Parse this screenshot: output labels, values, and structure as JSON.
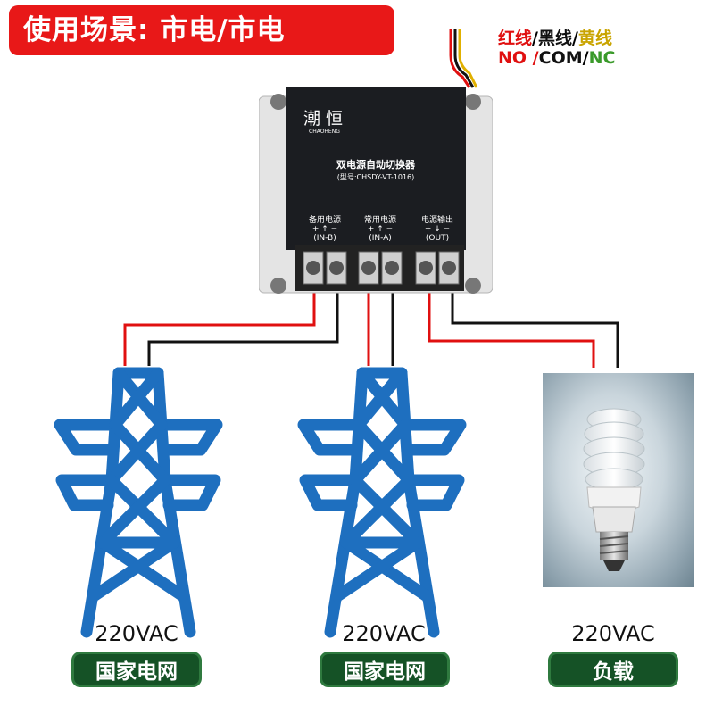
{
  "title": "使用场景: 市电/市电",
  "wire_legend": {
    "colors_text": {
      "red": "红线",
      "sep1": "/",
      "black": "黑线",
      "sep2": "/",
      "yellow": "黄线"
    },
    "terms_text": {
      "no": "NO",
      "sep1": " /",
      "com": "COM",
      "sep2": "/",
      "nc": "NC"
    },
    "colors": {
      "red": "#e01010",
      "black": "#111111",
      "yellow": "#c9a400",
      "green": "#3a9a2a"
    }
  },
  "device": {
    "brand": "潮恒",
    "brand_en": "CHAOHENG",
    "name": "双电源自动切换器",
    "model": "(型号:CHSDY-VT-1016)",
    "ports": [
      {
        "label": "备用电源",
        "signs": "+ ↑ −",
        "code": "(IN-B)"
      },
      {
        "label": "常用电源",
        "signs": "+ ↑ −",
        "code": "(IN-A)"
      },
      {
        "label": "电源输出",
        "signs": "+ ↓ −",
        "code": "(OUT)"
      }
    ]
  },
  "sources": [
    {
      "voltage": "220VAC",
      "label": "国家电网"
    },
    {
      "voltage": "220VAC",
      "label": "国家电网"
    },
    {
      "voltage": "220VAC",
      "label": "负载"
    }
  ]
}
